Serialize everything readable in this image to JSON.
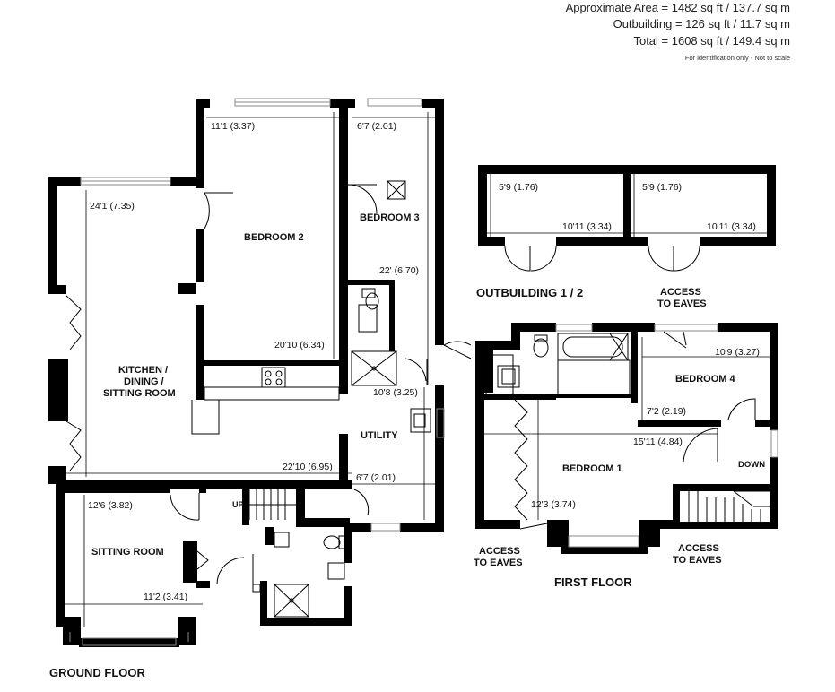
{
  "header": {
    "approx_area": "Approximate Area = 1482 sq ft / 137.7 sq m",
    "outbuilding": "Outbuilding = 126 sq ft / 11.7 sq m",
    "total": "Total = 1608 sq ft / 149.4 sq m",
    "note": "For identification only - Not to scale"
  },
  "floors": {
    "ground": "GROUND FLOOR",
    "first": "FIRST FLOOR",
    "outbuilding": "OUTBUILDING 1 / 2"
  },
  "rooms": {
    "bedroom2": "BEDROOM 2",
    "bedroom3": "BEDROOM 3",
    "kitchen_l1": "KITCHEN /",
    "kitchen_l2": "DINING /",
    "kitchen_l3": "SITTING ROOM",
    "utility": "UTILITY",
    "sitting": "SITTING ROOM",
    "bedroom1": "BEDROOM 1",
    "bedroom4": "BEDROOM 4"
  },
  "labels": {
    "up": "UP",
    "down": "DOWN",
    "eaves_top_l1": "ACCESS",
    "eaves_top_l2": "TO EAVES",
    "eaves_left_l1": "ACCESS",
    "eaves_left_l2": "TO EAVES",
    "eaves_right_l1": "ACCESS",
    "eaves_right_l2": "TO EAVES"
  },
  "dimensions": {
    "bed2_width": "11'1 (3.37)",
    "bed2_length": "20'10 (6.34)",
    "bed3_width": "6'7 (2.01)",
    "bed3_length": "22' (6.70)",
    "kitchen_length": "24'1 (7.35)",
    "kitchen_width": "22'10 (6.95)",
    "utility_length": "10'8 (3.25)",
    "utility_width": "6'7 (2.01)",
    "sitting_length": "12'6 (3.82)",
    "sitting_width": "11'2 (3.41)",
    "out1_depth": "5'9 (1.76)",
    "out1_width": "10'11 (3.34)",
    "out2_depth": "5'9 (1.76)",
    "out2_width": "10'11 (3.34)",
    "bed4_width": "10'9 (3.27)",
    "bed4_depth": "7'2 (2.19)",
    "bed1_width": "15'11 (4.84)",
    "bed1_depth": "12'3 (3.74)"
  }
}
